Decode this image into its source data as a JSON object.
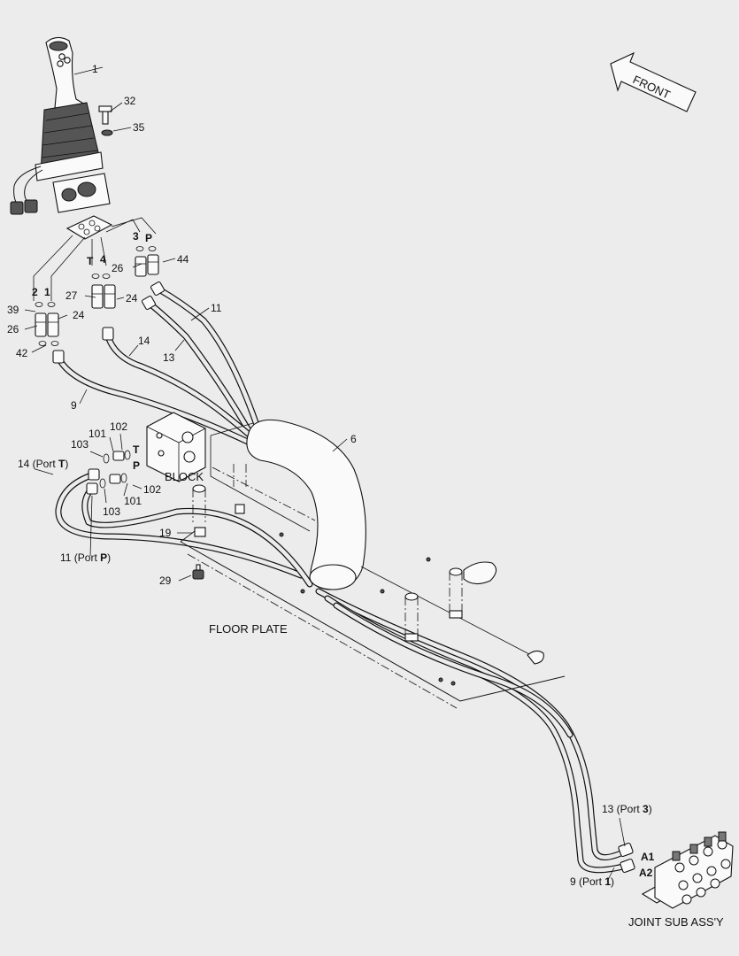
{
  "title": "",
  "direction": {
    "label": "FRONT"
  },
  "labels": {
    "block": "BLOCK",
    "floor_plate": "FLOOR PLATE",
    "joint_sub_assy": "JOINT SUB ASS'Y"
  },
  "callouts": {
    "c1": "1",
    "c32": "32",
    "c35": "35",
    "c3": "3",
    "cP": "P",
    "c44": "44",
    "cT": "T",
    "c4": "4",
    "c26a": "26",
    "c2": "2",
    "c1b": "1",
    "c39": "39",
    "c27": "27",
    "c24a": "24",
    "c24b": "24",
    "c26b": "26",
    "c42": "42",
    "c11": "11",
    "c13": "13",
    "c14": "14",
    "c9": "9",
    "c6": "6",
    "c102a": "102",
    "c101a": "101",
    "c103a": "103",
    "cTb": "T",
    "cPb": "P",
    "c102b": "102",
    "c101b": "101",
    "c103b": "103",
    "c19": "19",
    "c29": "29",
    "c14portT_pre": "14 (Port ",
    "c14portT_b": "T",
    "c14portT_post": ")",
    "c11portP_pre": "11 (Port ",
    "c11portP_b": "P",
    "c11portP_post": ")",
    "c13port3_pre": "13 (Port ",
    "c13port3_b": "3",
    "c13port3_post": ")",
    "c9port1_pre": "9 (Port ",
    "c9port1_b": "1",
    "c9port1_post": ")",
    "cA1": "A1",
    "cA2": "A2"
  }
}
